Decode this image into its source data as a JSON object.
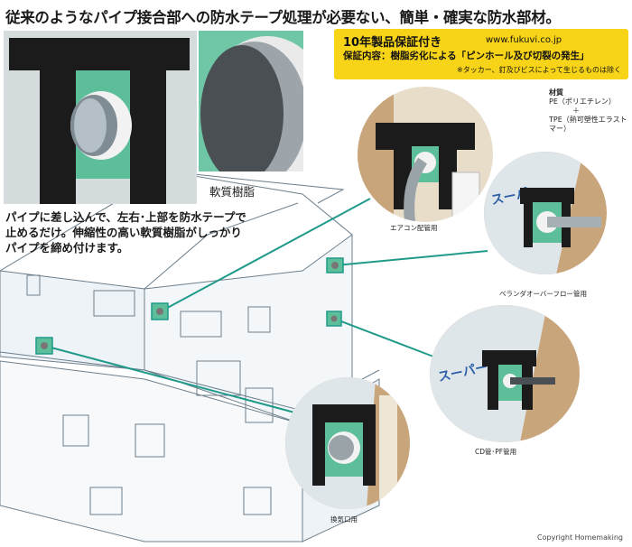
{
  "headline": "従来のようなパイプ接合部への防水テープ処理が必要ない、簡単・確実な防水部材。",
  "warranty": {
    "title": "10年製品保証付き",
    "url": "www.fukuvi.co.jp",
    "coverage": "保証内容：樹脂劣化による「ピンホール及び切裂の発生」",
    "note": "※タッカー、釘及びビスによって生じるものは除く"
  },
  "soft_resin_label": "軟質樹脂",
  "description": [
    "パイプに差し込んで、左右･上部を防水テープで",
    "止めるだけ。伸縮性の高い軟質樹脂がしっかり",
    "パイプを締め付けます。"
  ],
  "material": {
    "heading": "材質",
    "line1": "PE（ポリエチレン）",
    "plus": "＋",
    "line2": "TPE（熱可塑性エラストマー）"
  },
  "uses": {
    "aircon": "エアコン配管用",
    "veranda": "ベランダオーバーフロー管用",
    "cd_pf": "CD管･PF管用",
    "vent": "換気口用"
  },
  "wrap_text": "スーパー",
  "copyright": "Copyright Homemaking",
  "colors": {
    "teal": "#1f9a8a",
    "warranty_bg": "#f7d417",
    "tape": "#1b1b1b",
    "membrane": "#cfd8dc",
    "seal": "#5cbf9a"
  }
}
